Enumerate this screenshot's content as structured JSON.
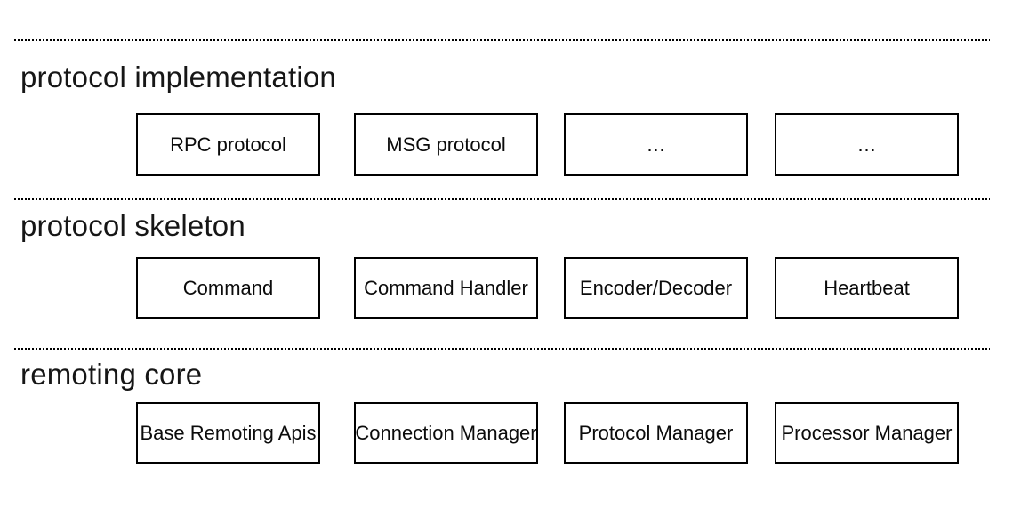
{
  "diagram": {
    "sections": [
      {
        "title": "protocol implementation",
        "boxes": [
          "RPC protocol",
          "MSG protocol",
          "…",
          "…"
        ]
      },
      {
        "title": "protocol skeleton",
        "boxes": [
          "Command",
          "Command Handler",
          "Encoder/Decoder",
          "Heartbeat"
        ]
      },
      {
        "title": "remoting core",
        "boxes": [
          "Base Remoting Apis",
          "Connection Manager",
          "Protocol Manager",
          "Processor Manager"
        ]
      }
    ],
    "colors": {
      "background": "#ffffff",
      "line": "#000000",
      "text": "#111111"
    }
  }
}
